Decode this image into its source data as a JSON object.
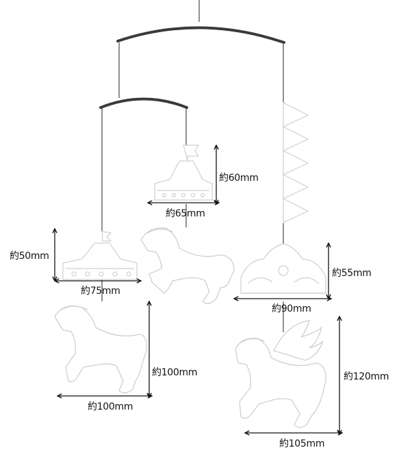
{
  "figure": {
    "subject": "carousel-mobile-dimensions",
    "colors": {
      "line": "#111111",
      "outline": "#cfcfcf",
      "fill": "#ffffff",
      "bar": "#3a3a3a"
    }
  },
  "dimensions": {
    "tent_large_height": "約60mm",
    "tent_large_width": "約65mm",
    "tent_small_height": "約50mm",
    "tent_small_width": "約75mm",
    "crown_height": "約55mm",
    "crown_width": "約90mm",
    "horse_height": "約100mm",
    "horse_width": "約100mm",
    "pegasus_height": "約120mm",
    "pegasus_width": "約105mm"
  }
}
